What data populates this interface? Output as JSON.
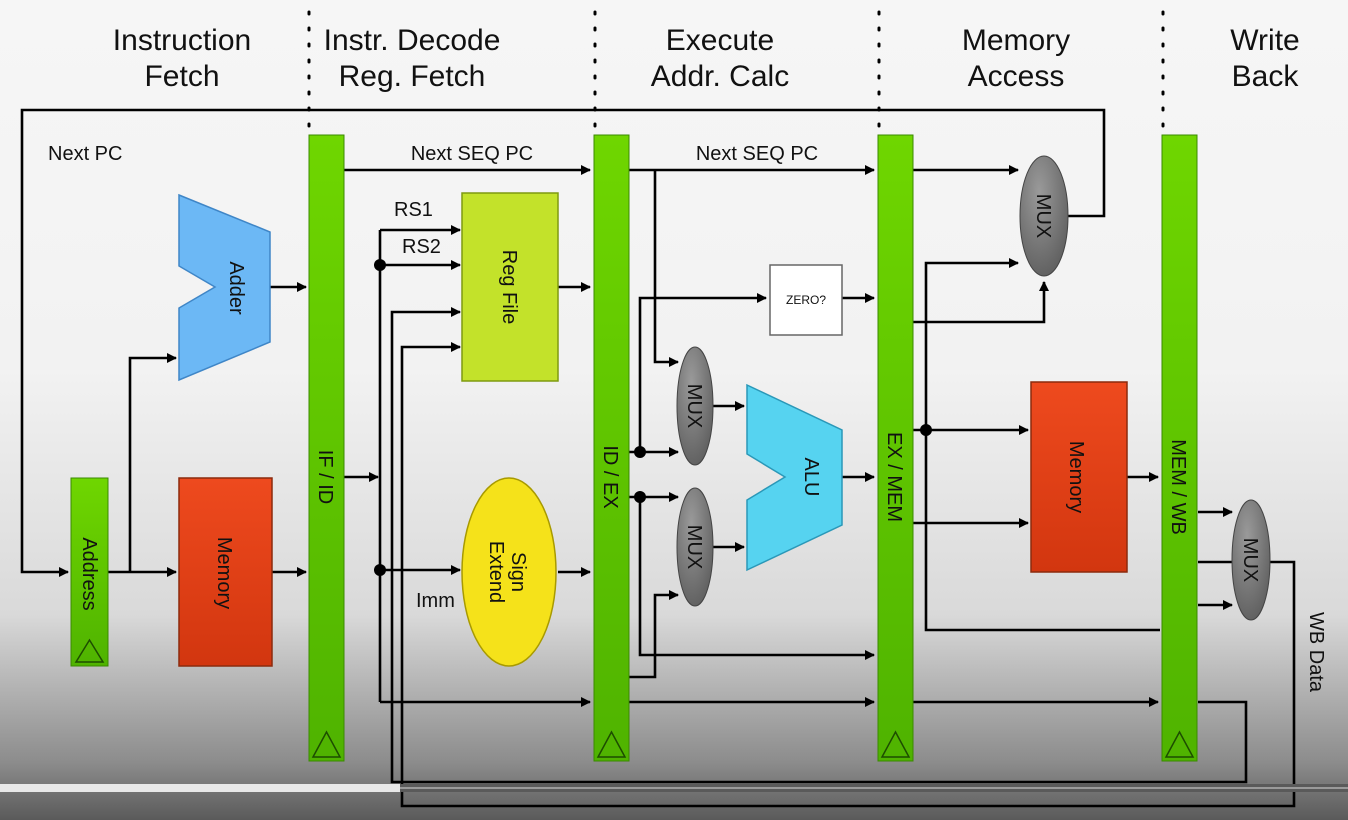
{
  "stages": [
    {
      "line1": "Instruction",
      "line2": "Fetch"
    },
    {
      "line1": "Instr. Decode",
      "line2": "Reg. Fetch"
    },
    {
      "line1": "Execute",
      "line2": "Addr. Calc"
    },
    {
      "line1": "Memory",
      "line2": "Access"
    },
    {
      "line1": "Write",
      "line2": "Back"
    }
  ],
  "pipeline_registers": {
    "if_id": "IF / ID",
    "id_ex": "ID / EX",
    "ex_mem": "EX / MEM",
    "mem_wb": "MEM / WB"
  },
  "components": {
    "address": "Address",
    "adder": "Adder",
    "instr_memory": "Memory",
    "reg_file": "Reg File",
    "sign_extend_line1": "Sign",
    "sign_extend_line2": "Extend",
    "zero_test": "ZERO?",
    "alu": "ALU",
    "data_memory": "Memory",
    "mux": "MUX"
  },
  "signals": {
    "next_pc": "Next PC",
    "next_seq_pc": "Next SEQ PC",
    "rs1": "RS1",
    "rs2": "RS2",
    "imm": "Imm",
    "wb_data": "WB Data"
  },
  "colors": {
    "pipeline_register": "#62cc00",
    "adder": "#6cb8f5",
    "memory": "#e23e16",
    "reg_file": "#c3e22a",
    "sign_extend": "#f5e21a",
    "alu": "#56d3f0",
    "mux": "#7a7a7a"
  },
  "icons": [
    "clock-triangle-icon",
    "arrowhead-icon"
  ]
}
